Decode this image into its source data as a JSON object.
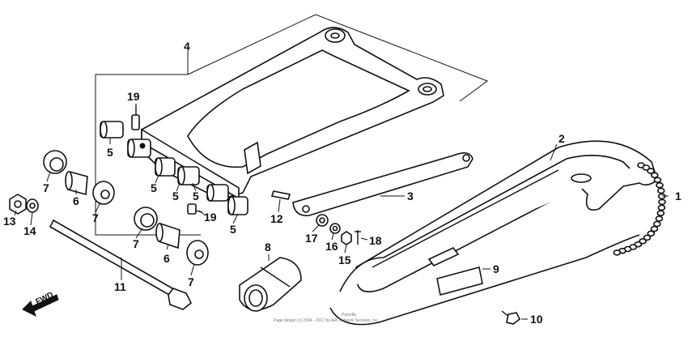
{
  "diagram": {
    "callouts": [
      {
        "id": "1",
        "label": "1"
      },
      {
        "id": "2",
        "label": "2"
      },
      {
        "id": "3",
        "label": "3"
      },
      {
        "id": "4",
        "label": "4"
      },
      {
        "id": "5a",
        "label": "5"
      },
      {
        "id": "5b",
        "label": "5"
      },
      {
        "id": "5c",
        "label": "5"
      },
      {
        "id": "5d",
        "label": "5"
      },
      {
        "id": "5e",
        "label": "5"
      },
      {
        "id": "6a",
        "label": "6"
      },
      {
        "id": "6b",
        "label": "6"
      },
      {
        "id": "7a",
        "label": "7"
      },
      {
        "id": "7b",
        "label": "7"
      },
      {
        "id": "7c",
        "label": "7"
      },
      {
        "id": "7d",
        "label": "7"
      },
      {
        "id": "8",
        "label": "8"
      },
      {
        "id": "9",
        "label": "9"
      },
      {
        "id": "10",
        "label": "10"
      },
      {
        "id": "11",
        "label": "11"
      },
      {
        "id": "12",
        "label": "12"
      },
      {
        "id": "13",
        "label": "13"
      },
      {
        "id": "14",
        "label": "14"
      },
      {
        "id": "15",
        "label": "15"
      },
      {
        "id": "16",
        "label": "16"
      },
      {
        "id": "17",
        "label": "17"
      },
      {
        "id": "18",
        "label": "18"
      },
      {
        "id": "19a",
        "label": "19"
      },
      {
        "id": "19b",
        "label": "19"
      }
    ],
    "direction_label": "FWD",
    "credit_line_1": "Partzilla",
    "credit_line_2": "Page design (c) 2004 - 2017 by ARI Network Services, Inc."
  }
}
